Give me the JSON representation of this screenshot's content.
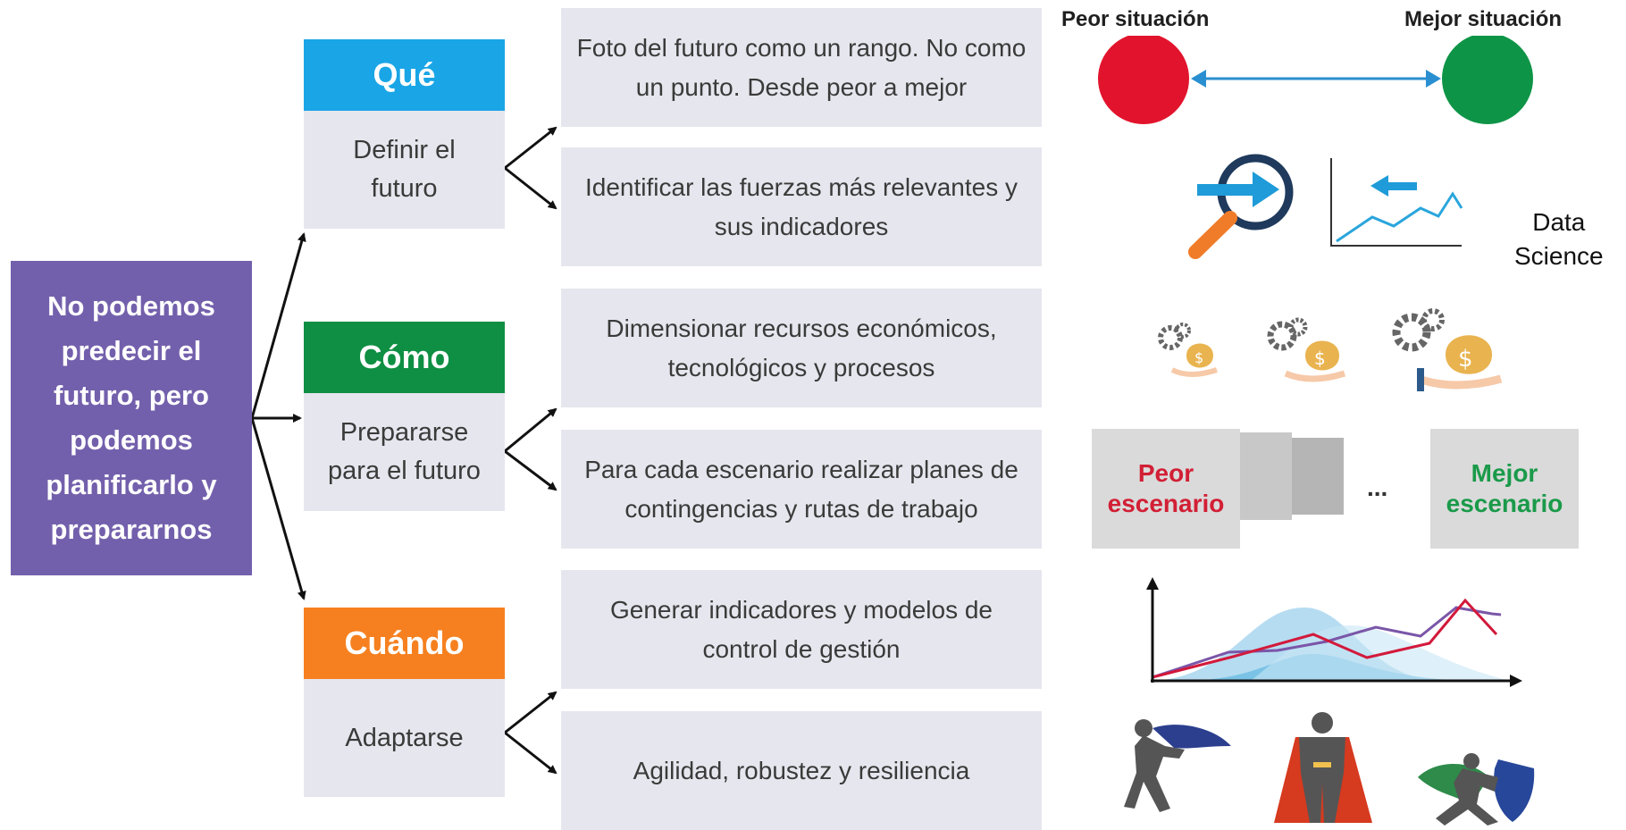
{
  "root": {
    "text": "No podemos predecir el futuro, pero podemos planificarlo y prepararnos"
  },
  "categories": [
    {
      "title": "Qué",
      "body": "Definir el futuro",
      "color": "#1aa5e6"
    },
    {
      "title": "Cómo",
      "body": "Prepararse para el futuro",
      "color": "#0e8f43"
    },
    {
      "title": "Cuándo",
      "body": "Adaptarse",
      "color": "#f6801f"
    }
  ],
  "actions": [
    "Foto del futuro como un rango. No como un punto. Desde peor a mejor",
    "Identificar las fuerzas más relevantes y sus indicadores",
    "Dimensionar recursos económicos, tecnológicos y procesos",
    "Para cada escenario realizar planes de contingencias y rutas de trabajo",
    "Generar indicadores y modelos de control de gestión",
    "Agilidad, robustez y resiliencia"
  ],
  "range": {
    "worst": "Peor situación",
    "best": "Mejor situación",
    "worst_color": "#e2142d",
    "best_color": "#0e9447"
  },
  "data_science": {
    "line1": "Data",
    "line2": "Science"
  },
  "scenarios": {
    "worst_line1": "Peor",
    "worst_line2": "escenario",
    "ellipsis": "...",
    "best_line1": "Mejor",
    "best_line2": "escenario",
    "worst_color": "#d21f35",
    "best_color": "#1a9a4a"
  },
  "icons": [
    "magnifier-arrow-icon",
    "trend-chart-icon",
    "gear-money-icon",
    "overlapping-curves-chart-icon",
    "superhero-icon"
  ]
}
